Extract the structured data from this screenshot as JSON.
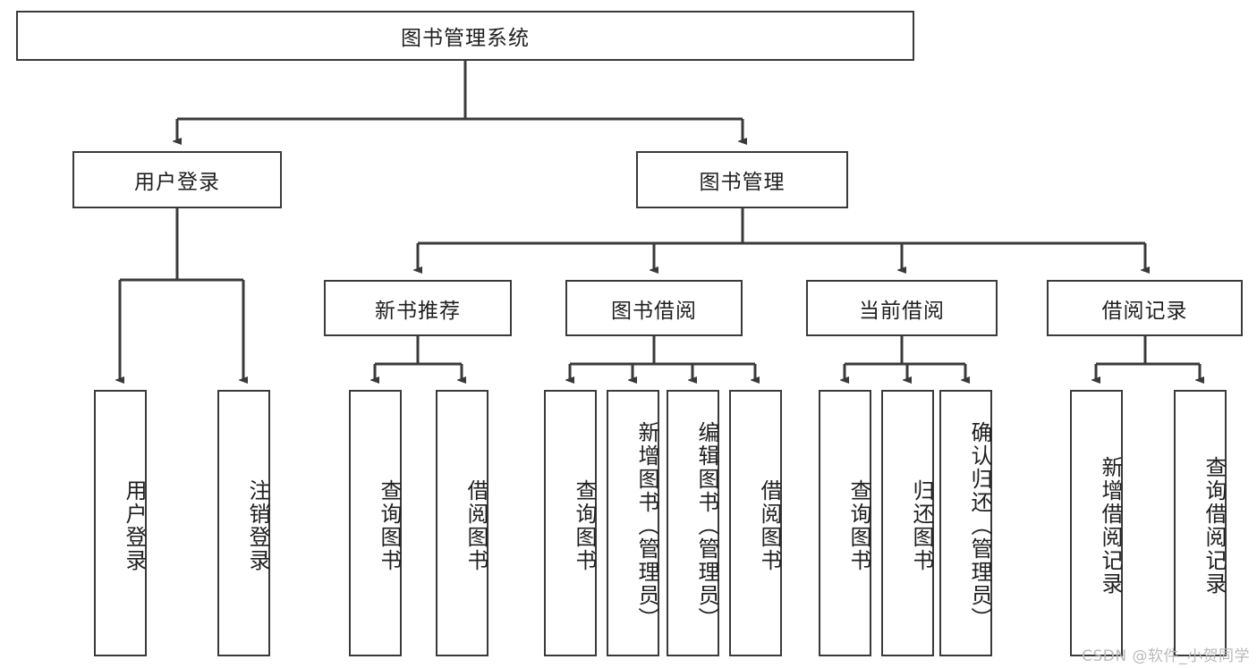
{
  "diagram": {
    "title": "图书管理系统",
    "type": "tree-hierarchy-chart",
    "watermark": "CSDN @软件_小贺同学",
    "stroke_color": "#3a3a3a",
    "fill_color": "#ffffff",
    "text_color": "#1f1f1f",
    "root": {
      "label": "图书管理系统"
    },
    "level2": [
      {
        "label": "用户登录"
      },
      {
        "label": "图书管理"
      }
    ],
    "level3": [
      {
        "label": "新书推荐"
      },
      {
        "label": "图书借阅"
      },
      {
        "label": "当前借阅"
      },
      {
        "label": "借阅记录"
      }
    ],
    "leaves": {
      "user_login": [
        {
          "label": "用户登录"
        },
        {
          "label": "注销登录"
        }
      ],
      "new_book_recommend": [
        {
          "label": "查询图书"
        },
        {
          "label": "借阅图书"
        }
      ],
      "book_borrow": [
        {
          "label": "查询图书"
        },
        {
          "label": "新增图书（管理员）"
        },
        {
          "label": "编辑图书（管理员）"
        },
        {
          "label": "借阅图书"
        }
      ],
      "current_borrow": [
        {
          "label": "查询图书"
        },
        {
          "label": "归还图书"
        },
        {
          "label": "确认归还（管理员）"
        }
      ],
      "borrow_record": [
        {
          "label": "新增借阅记录"
        },
        {
          "label": "查询借阅记录"
        }
      ]
    }
  }
}
